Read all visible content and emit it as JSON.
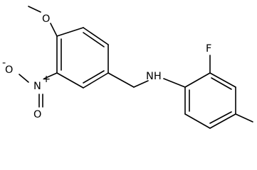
{
  "labels": {
    "oxygen_methoxy": "O",
    "nitrogen_nitro": "N",
    "nitro_charge": "+",
    "oxygen_nitro_double": "O",
    "oxygen_nitro_single": "O",
    "oxygen_nitro_charge": "-",
    "amine": "NH",
    "fluorine": "F"
  }
}
